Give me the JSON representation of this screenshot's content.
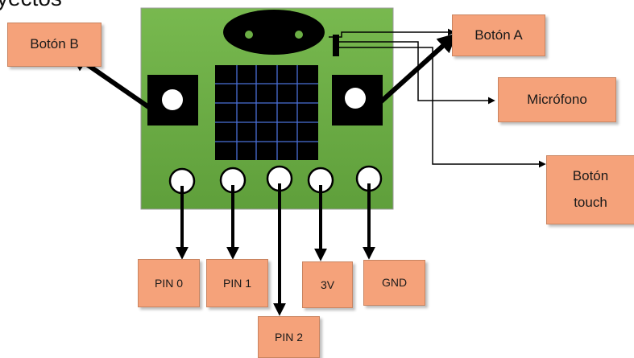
{
  "header": {
    "cut_text": "yectos"
  },
  "labels": {
    "boton_b": "Botón B",
    "boton_a": "Botón A",
    "microfono": "Micrófono",
    "touch_line1": "Botón",
    "touch_line2": "touch",
    "pin0": "PIN 0",
    "pin1": "PIN 1",
    "pin2": "PIN 2",
    "pin3v": "3V",
    "gnd": "GND"
  },
  "colors": {
    "board": "#6cae45",
    "label_fill": "#f5a27a",
    "grid_line": "#4a6fd6"
  }
}
